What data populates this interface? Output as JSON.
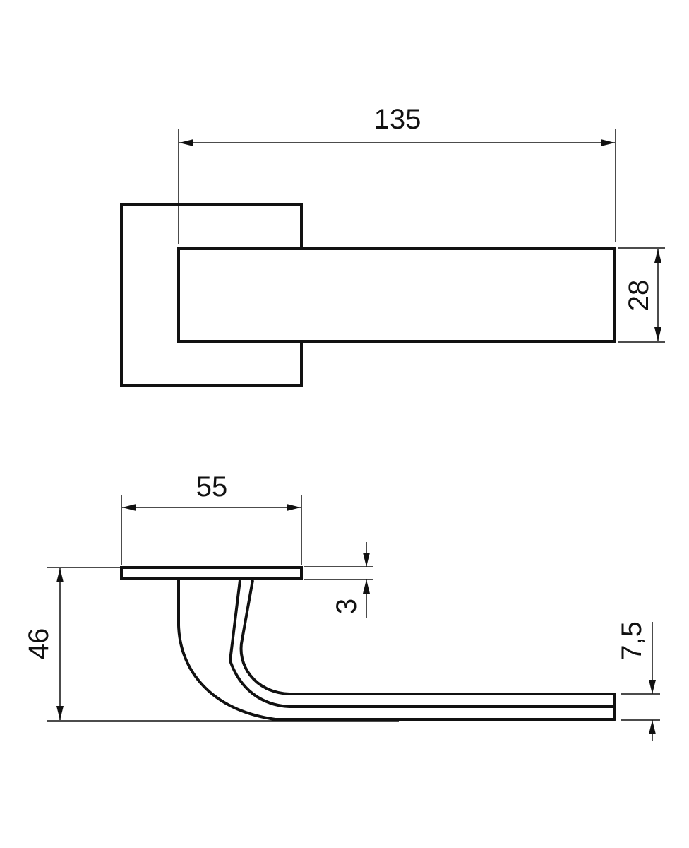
{
  "drawing": {
    "top_view": {
      "length_dimension": "135",
      "width_dimension": "28"
    },
    "side_view": {
      "rosette_width_dimension": "55",
      "height_dimension": "46",
      "rosette_thickness_dimension": "3",
      "lever_thickness_dimension": "7,5"
    },
    "colors": {
      "line": "#111111",
      "background": "#ffffff"
    }
  }
}
